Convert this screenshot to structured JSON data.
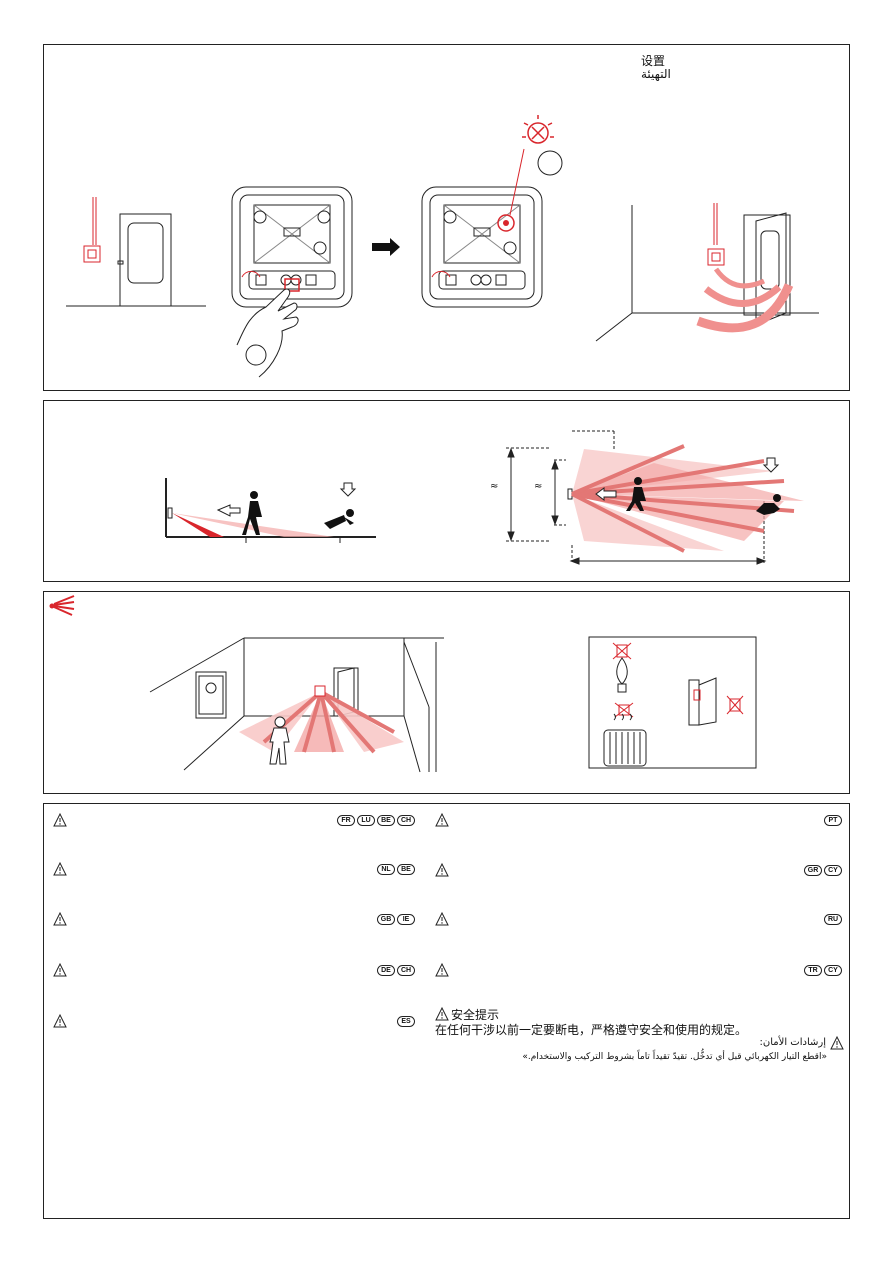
{
  "top_panel": {
    "setup_label_zh": "设置",
    "setup_label_ar": "التهيئة"
  },
  "warnings_left": [
    {
      "badges": [
        "FR",
        "LU",
        "BE",
        "CH"
      ]
    },
    {
      "badges": [
        "NL",
        "BE"
      ]
    },
    {
      "badges": [
        "GB",
        "IE"
      ]
    },
    {
      "badges": [
        "DE",
        "CH"
      ]
    },
    {
      "badges": [
        "ES"
      ]
    }
  ],
  "warnings_right": [
    {
      "badges": [
        "PT"
      ]
    },
    {
      "badges": [
        "GR",
        "CY"
      ]
    },
    {
      "badges": [
        "RU"
      ]
    },
    {
      "badges": [
        "TR",
        "CY"
      ]
    }
  ],
  "safety_zh": {
    "title": "安全提示",
    "body": "在任何干涉以前一定要断电，严格遵守安全和使用的规定。"
  },
  "safety_ar": {
    "title": "إرشادات الأمان:",
    "body": "«اقطع التيار الكهربائي قبل أي تدخُّل. تقيدّ تقيداً تاماً بشروط التركيب والاستخدام.»"
  },
  "colors": {
    "accent_red": "#d9262c",
    "beam_pink": "#f4a9a8",
    "line": "#222222"
  },
  "icons": [
    "warning-icon",
    "detection-fan-icon",
    "led-blink-icon",
    "hand-press-icon",
    "arrow-right-icon",
    "person-walking-icon",
    "person-fallen-icon"
  ]
}
